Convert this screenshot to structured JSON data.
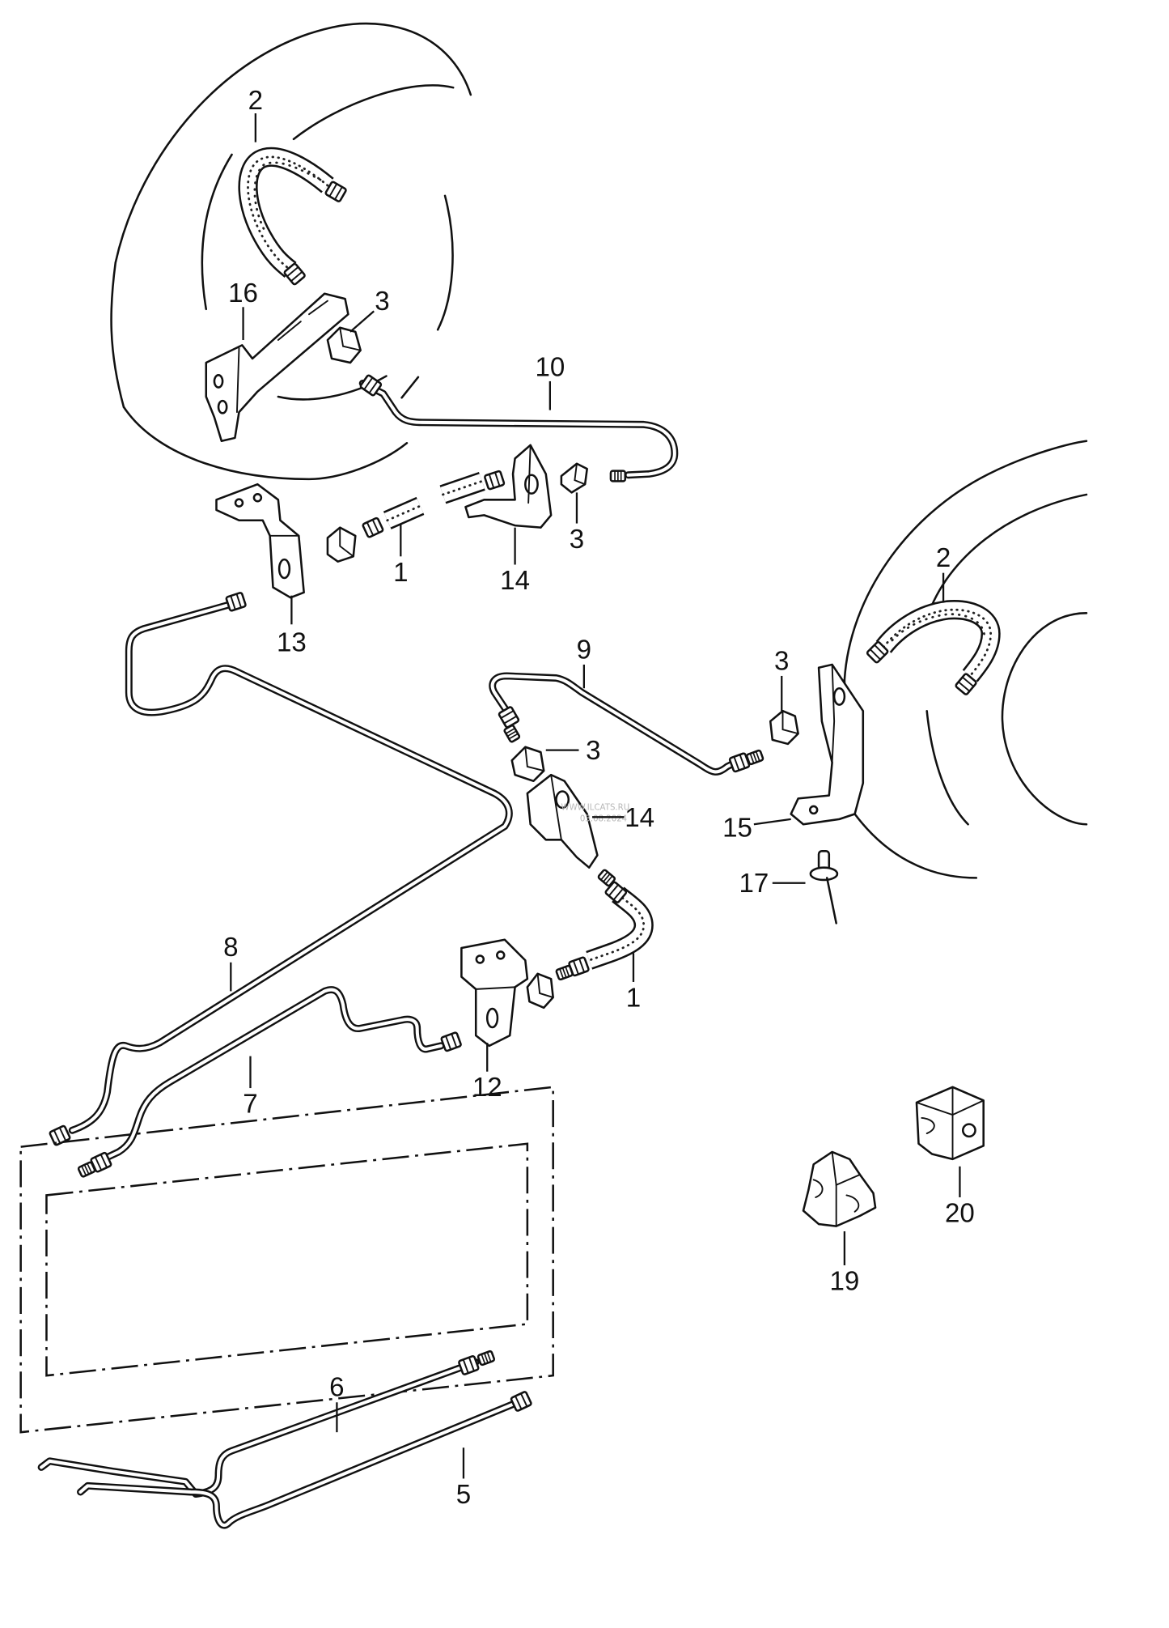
{
  "callouts": [
    "2",
    "16",
    "3",
    "10",
    "3",
    "1",
    "14",
    "13",
    "2",
    "9",
    "3",
    "3",
    "14",
    "15",
    "17",
    "8",
    "1",
    "7",
    "12",
    "6",
    "5",
    "19",
    "20"
  ],
  "watermark": {
    "site": "WWW.ILCATS.RU",
    "date": "03.08.2024"
  },
  "colors": {
    "line": "#111111",
    "background": "#ffffff",
    "watermark": "#b8b8b8"
  }
}
